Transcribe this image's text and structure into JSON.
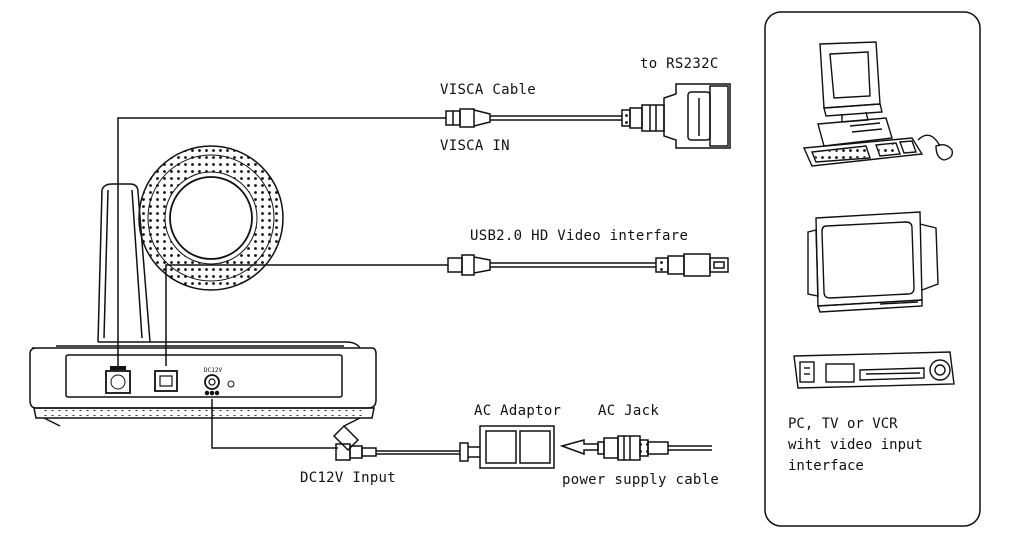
{
  "labels": {
    "to_rs232c": "to RS232C",
    "visca_cable": "VISCA Cable",
    "visca_in": "VISCA IN",
    "usb_video": "USB2.0 HD Video interfare",
    "ac_adaptor": "AC Adaptor",
    "ac_jack": "AC Jack",
    "dc12v_input": "DC12V Input",
    "power_supply_cable": "power supply cable",
    "port_dc12v": "DC12V"
  },
  "devices_caption": [
    "PC, TV or VCR",
    "wiht video input",
    "interface"
  ],
  "colors": {
    "line": "#111111",
    "background": "#ffffff"
  }
}
